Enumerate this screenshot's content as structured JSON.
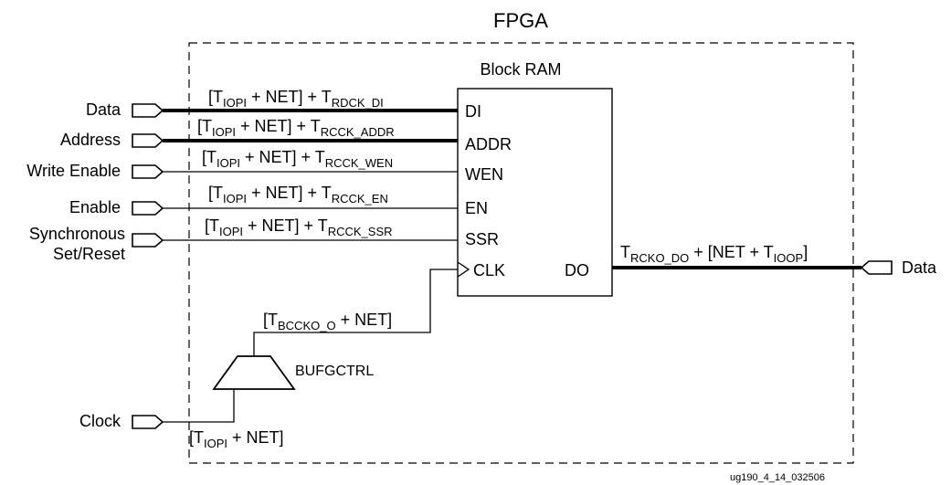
{
  "fpga_title": "FPGA",
  "block_title": "Block RAM",
  "figure_id": "ug190_4_14_032506",
  "buf_label": "BUFGCTRL",
  "inputs": [
    {
      "name": "Data",
      "pin": "DI",
      "net_prefix": "[T",
      "net_sub": "IOPI",
      "net_mid": " + NET] + T",
      "net_sub2": "RDCK_DI",
      "bus": true
    },
    {
      "name": "Address",
      "pin": "ADDR",
      "net_prefix": "[T",
      "net_sub": "IOPI",
      "net_mid": " + NET] + T",
      "net_sub2": "RCCK_ADDR",
      "bus": true
    },
    {
      "name": "Write Enable",
      "pin": "WEN",
      "net_prefix": "[T",
      "net_sub": "IOPI",
      "net_mid": " + NET] + T",
      "net_sub2": "RCCK_WEN",
      "bus": false
    },
    {
      "name": "Enable",
      "pin": "EN",
      "net_prefix": "[T",
      "net_sub": "IOPI",
      "net_mid": " + NET] + T",
      "net_sub2": "RCCK_EN",
      "bus": false
    },
    {
      "name": "Synchronous",
      "name2": "Set/Reset",
      "pin": "SSR",
      "net_prefix": "[T",
      "net_sub": "IOPI",
      "net_mid": " + NET] + T",
      "net_sub2": "RCCK_SSR",
      "bus": false
    }
  ],
  "clk_pin": "CLK",
  "do_pin": "DO",
  "output": {
    "name": "Data",
    "p1": "T",
    "s1": "RCKO_DO",
    "p2": " + [NET + T",
    "s2": "IOOP",
    "p3": "]"
  },
  "clock": {
    "name": "Clock",
    "p1": "[T",
    "s1": "IOPI",
    "p2": " + NET]"
  },
  "bufnet": {
    "p1": "[T",
    "s1": "BCCKO_O",
    "p2": " + NET]"
  }
}
